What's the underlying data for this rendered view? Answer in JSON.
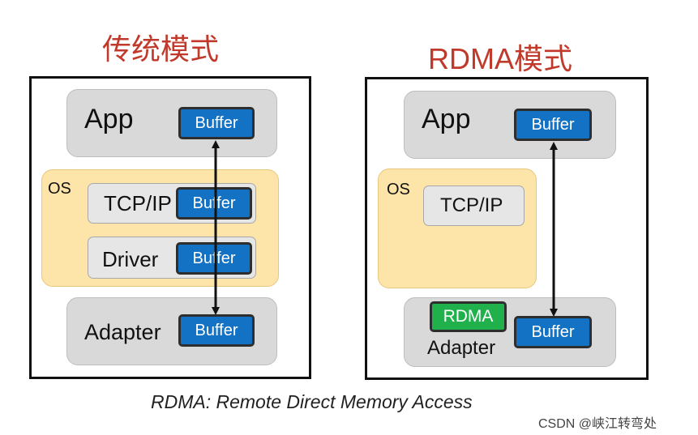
{
  "left_diagram": {
    "title": "传统模式",
    "app_label": "App",
    "os_label": "OS",
    "tcpip_label": "TCP/IP",
    "driver_label": "Driver",
    "adapter_label": "Adapter",
    "buffer_label": "Buffer"
  },
  "right_diagram": {
    "title": "RDMA模式",
    "app_label": "App",
    "os_label": "OS",
    "tcpip_label": "TCP/IP",
    "rdma_label": "RDMA",
    "adapter_label": "Adapter",
    "buffer_label": "Buffer"
  },
  "caption": "RDMA: Remote Direct Memory Access",
  "watermark": "CSDN @峡江转弯处",
  "colors": {
    "title": "#c0392b",
    "buffer": "#1472c4",
    "rdma": "#21b14c",
    "os_fill": "#fde4a8",
    "box_fill": "#d9d9d9"
  }
}
